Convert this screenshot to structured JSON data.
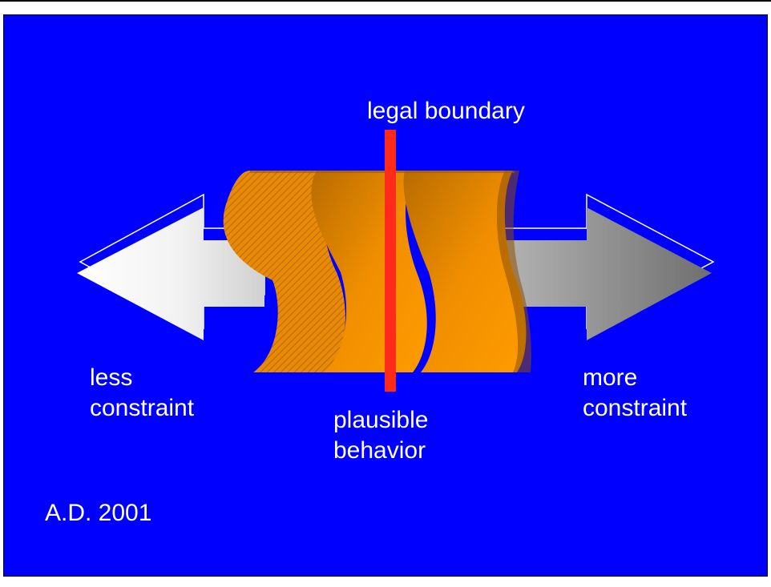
{
  "labels": {
    "top": "legal boundary",
    "left_line1": "less",
    "left_line2": "constraint",
    "right_line1": "more",
    "right_line2": "constraint",
    "center_line1": "plausible",
    "center_line2": "behavior",
    "credit": "A.D. 2001"
  },
  "colors": {
    "background": "#0000ff",
    "boundary_line": "#ff2a1a",
    "band_orange": "#ff9a00",
    "left_arrow": "#ffffff",
    "right_arrow": "#808080"
  }
}
